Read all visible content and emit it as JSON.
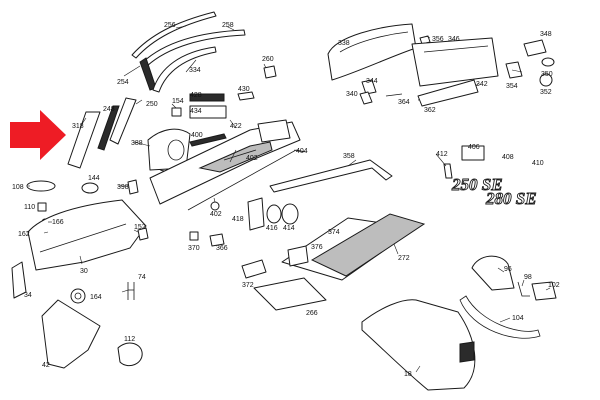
{
  "part_numbers": [
    "256",
    "258",
    "254",
    "334",
    "260",
    "248",
    "250",
    "154",
    "428",
    "430",
    "318",
    "434",
    "388",
    "400",
    "422",
    "108",
    "144",
    "398",
    "402",
    "404",
    "110",
    "166",
    "162",
    "152",
    "30",
    "370",
    "366",
    "418",
    "416",
    "414",
    "374",
    "376",
    "358",
    "272",
    "74",
    "164",
    "372",
    "266",
    "34",
    "42",
    "112",
    "338",
    "356",
    "346",
    "348",
    "350",
    "354",
    "352",
    "344",
    "340",
    "364",
    "362",
    "342",
    "408",
    "410",
    "412",
    "406",
    "96",
    "98",
    "102",
    "104",
    "18"
  ],
  "emblem_labels": [
    "250 SE",
    "280 SE"
  ],
  "colors": {
    "callout_arrow": "#ee1c25",
    "line": "#1a1a1a",
    "fill": "#ffffff"
  }
}
